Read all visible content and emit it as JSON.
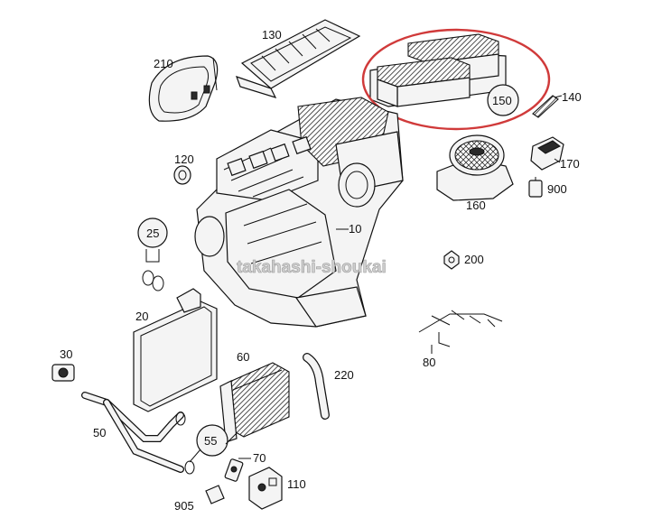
{
  "diagram": {
    "watermark": "takahashi-shoukai",
    "highlight_color": "#d03a3a",
    "parts": [
      {
        "id": "p130",
        "label": "130"
      },
      {
        "id": "p210",
        "label": "210"
      },
      {
        "id": "p150",
        "label": "150"
      },
      {
        "id": "p140",
        "label": "140"
      },
      {
        "id": "p120",
        "label": "120"
      },
      {
        "id": "p170",
        "label": "170"
      },
      {
        "id": "p900",
        "label": "900"
      },
      {
        "id": "p160",
        "label": "160"
      },
      {
        "id": "p10",
        "label": "10"
      },
      {
        "id": "p25",
        "label": "25"
      },
      {
        "id": "p200",
        "label": "200"
      },
      {
        "id": "p20",
        "label": "20"
      },
      {
        "id": "p80",
        "label": "80"
      },
      {
        "id": "p30",
        "label": "30"
      },
      {
        "id": "p60",
        "label": "60"
      },
      {
        "id": "p220",
        "label": "220"
      },
      {
        "id": "p50",
        "label": "50"
      },
      {
        "id": "p55",
        "label": "55"
      },
      {
        "id": "p70",
        "label": "70"
      },
      {
        "id": "p110",
        "label": "110"
      },
      {
        "id": "p905",
        "label": "905"
      }
    ]
  }
}
